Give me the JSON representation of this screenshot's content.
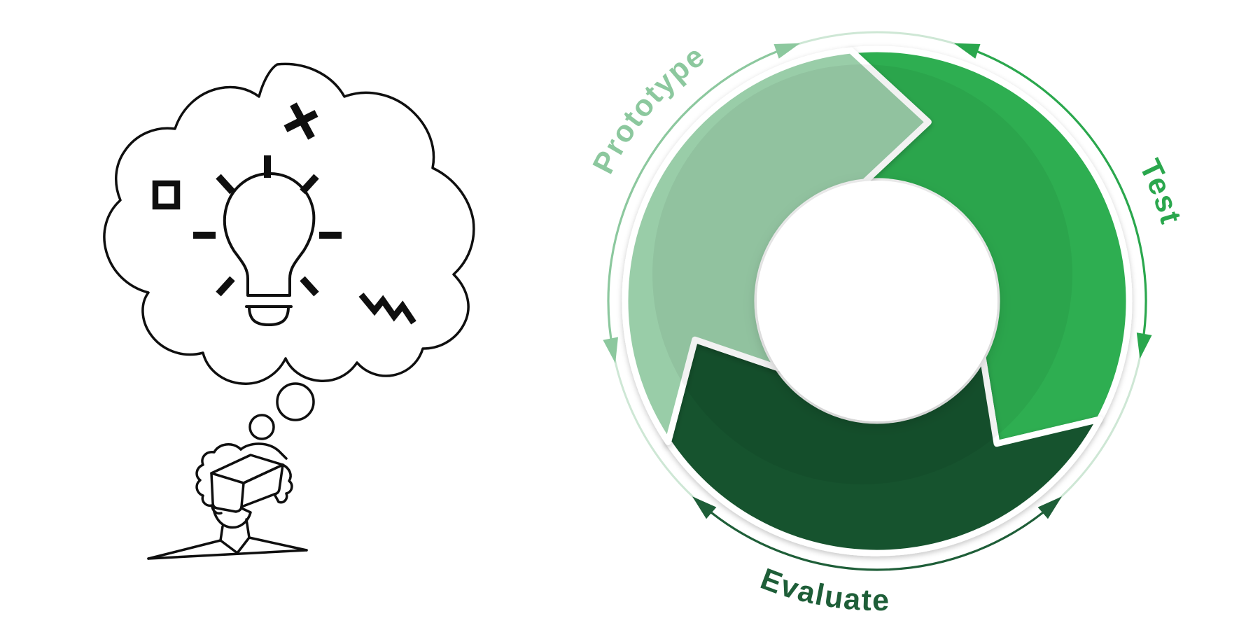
{
  "page": {
    "background": "#ffffff"
  },
  "left_illustration": {
    "stroke_color": "#0f0f0f",
    "icons": [
      "thought-bubble-icon",
      "lightbulb-icon",
      "light-rays-icon",
      "cross-icon",
      "square-outline-icon",
      "zigzag-icon",
      "thought-dots-icon",
      "person-vr-headset-icon"
    ]
  },
  "cycle": {
    "direction": "clockwise",
    "connector_color": "#c9e4d0",
    "stages": [
      {
        "label": "Prototype",
        "fill": "#99cda8",
        "label_color": "#8cc89e",
        "arc_color": "#8cc89e"
      },
      {
        "label": "Test",
        "fill": "#2fae51",
        "label_color": "#2aa74d",
        "arc_color": "#2aa74d"
      },
      {
        "label": "Evaluate",
        "fill": "#17532d",
        "label_color": "#1e5e38",
        "arc_color": "#1e5e38"
      }
    ]
  }
}
